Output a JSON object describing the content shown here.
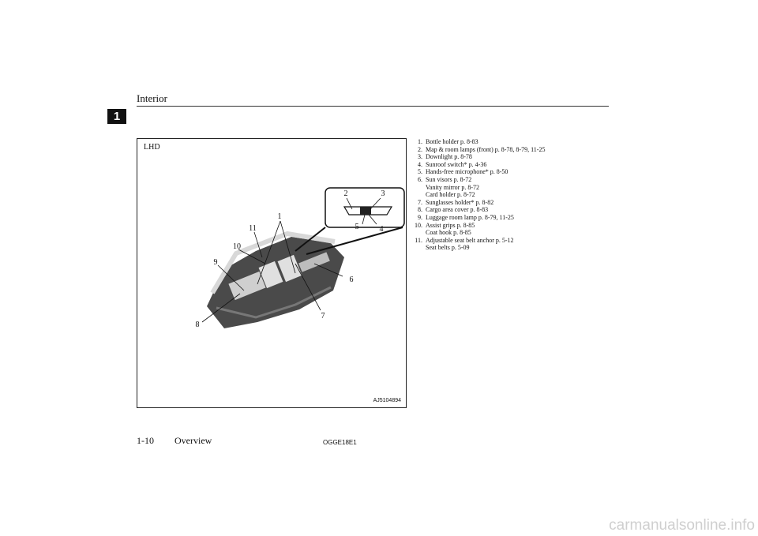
{
  "header": {
    "title": "Interior",
    "chapter": "1"
  },
  "figure": {
    "label": "LHD",
    "code": "AJ5104894",
    "callouts": [
      "1",
      "2",
      "3",
      "4",
      "5",
      "6",
      "7",
      "8",
      "9",
      "10",
      "11"
    ]
  },
  "items": [
    {
      "num": "1.",
      "lines": [
        "Bottle holder p. 8-83"
      ]
    },
    {
      "num": "2.",
      "lines": [
        "Map & room lamps (front) p. 8-78, 8-79, 11-25"
      ]
    },
    {
      "num": "3.",
      "lines": [
        "Downlight p. 8-78"
      ]
    },
    {
      "num": "4.",
      "lines": [
        "Sunroof switch* p. 4-36"
      ]
    },
    {
      "num": "5.",
      "lines": [
        "Hands-free microphone* p. 8-50"
      ]
    },
    {
      "num": "6.",
      "lines": [
        "Sun visors p. 8-72",
        "Vanity mirror p. 8-72",
        "Card holder p. 8-72"
      ]
    },
    {
      "num": "7.",
      "lines": [
        "Sunglasses holder* p. 8-82"
      ]
    },
    {
      "num": "8.",
      "lines": [
        "Cargo area cover p. 8-83"
      ]
    },
    {
      "num": "9.",
      "lines": [
        "Luggage room lamp p. 8-79, 11-25"
      ]
    },
    {
      "num": "10.",
      "lines": [
        "Assist grips p. 8-85",
        "Coat hook p. 8-85"
      ]
    },
    {
      "num": "11.",
      "lines": [
        "Adjustable seat belt anchor p. 5-12",
        "Seat belts p. 5-09"
      ]
    }
  ],
  "footer": {
    "page": "1-10",
    "section": "Overview",
    "code": "OGGE18E1"
  },
  "watermark": "carmanualsonline.info"
}
